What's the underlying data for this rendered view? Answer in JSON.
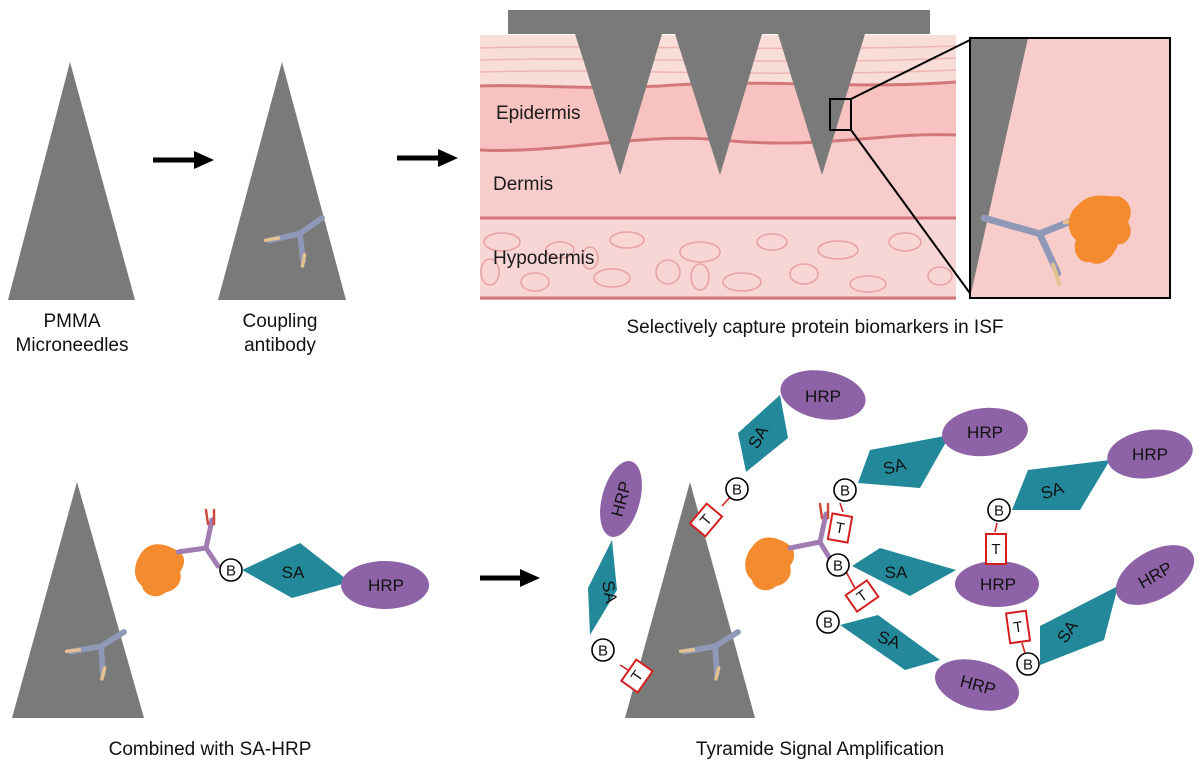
{
  "colors": {
    "needle": "#7a7a7a",
    "skin_top": "#f8d7d3",
    "epidermis": "#f7c2bf",
    "dermis": "#f8ccca",
    "hypodermis": "#f8d6d6",
    "skin_line": "#d3787a",
    "protein": "#f58b2f",
    "sa": "#23899a",
    "hrp": "#8d62a6",
    "tyramide": "#d42020",
    "antibody": "#8f98b6",
    "antibody_tip": "#e3c191"
  },
  "captions": {
    "pmma_line1": "PMMA",
    "pmma_line2": "Microneedles",
    "coupling_line1": "Coupling",
    "coupling_line2": "antibody",
    "capture": "Selectively capture protein biomarkers in ISF",
    "combined": "Combined with SA-HRP",
    "tsa": "Tyramide Signal Amplification"
  },
  "skin_layers": {
    "epidermis": "Epidermis",
    "dermis": "Dermis",
    "hypodermis": "Hypodermis"
  },
  "labels": {
    "sa": "SA",
    "hrp": "HRP",
    "biotin": "B",
    "tyramide": "T"
  }
}
